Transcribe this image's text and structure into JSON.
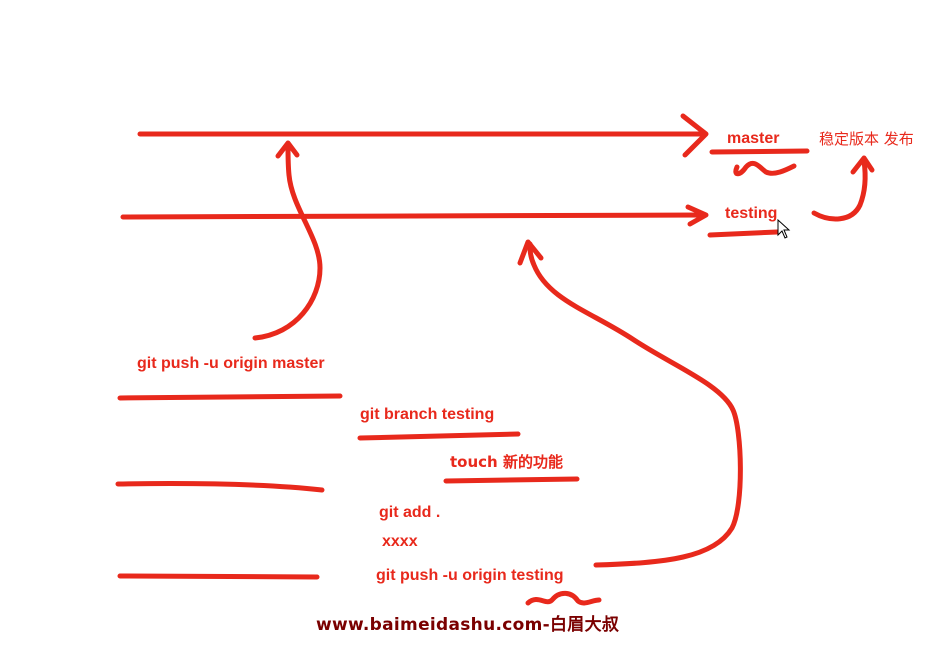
{
  "labels": {
    "master": "master",
    "master_note": "稳定版本 发布",
    "testing": "testing",
    "cmd_push_master": "git push -u origin master",
    "cmd_branch": "git branch testing",
    "cmd_touch": "touch 新的功能",
    "cmd_add": "git add .",
    "cmd_xxxx": "xxxx",
    "cmd_push_testing": "git push -u origin testing"
  },
  "watermark": "www.baimeidashu.com-白眉大叔",
  "colors": {
    "ink": "#e8291c",
    "watermark": "#7a0000",
    "background": "#ffffff"
  },
  "icons": {
    "pointer": "mouse-pointer-icon"
  }
}
